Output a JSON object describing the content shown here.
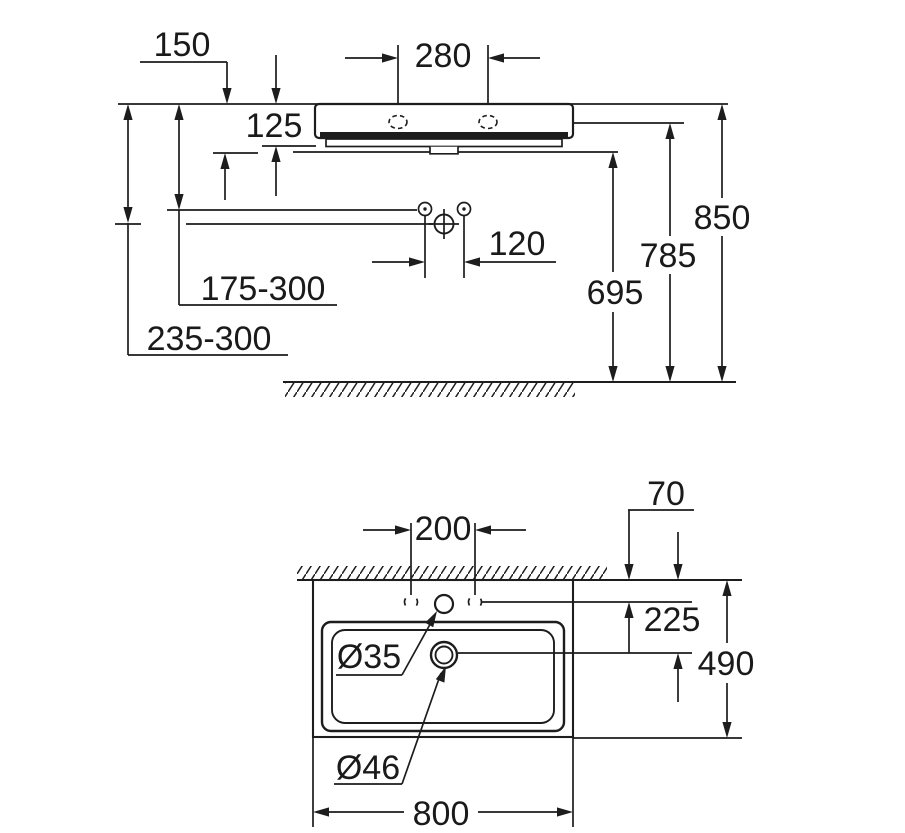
{
  "drawing": {
    "front_view": {
      "labels": {
        "rim_to_underside": "150",
        "tap_hole_spacing": "280",
        "rim_thickness": "125",
        "supply_hole_spacing": "120",
        "supply_height_range": "175-300",
        "waste_height_range": "235-300",
        "underside_height": "695",
        "fixing_holes_height": "785",
        "rim_height": "850"
      }
    },
    "plan_view": {
      "labels": {
        "tap_hole_spacing": "200",
        "wall_to_tap_holes": "70",
        "wall_to_waste": "225",
        "basin_depth": "490",
        "tap_hole_diameter": "Ø35",
        "waste_hole_diameter": "Ø46",
        "basin_width": "800"
      }
    }
  }
}
